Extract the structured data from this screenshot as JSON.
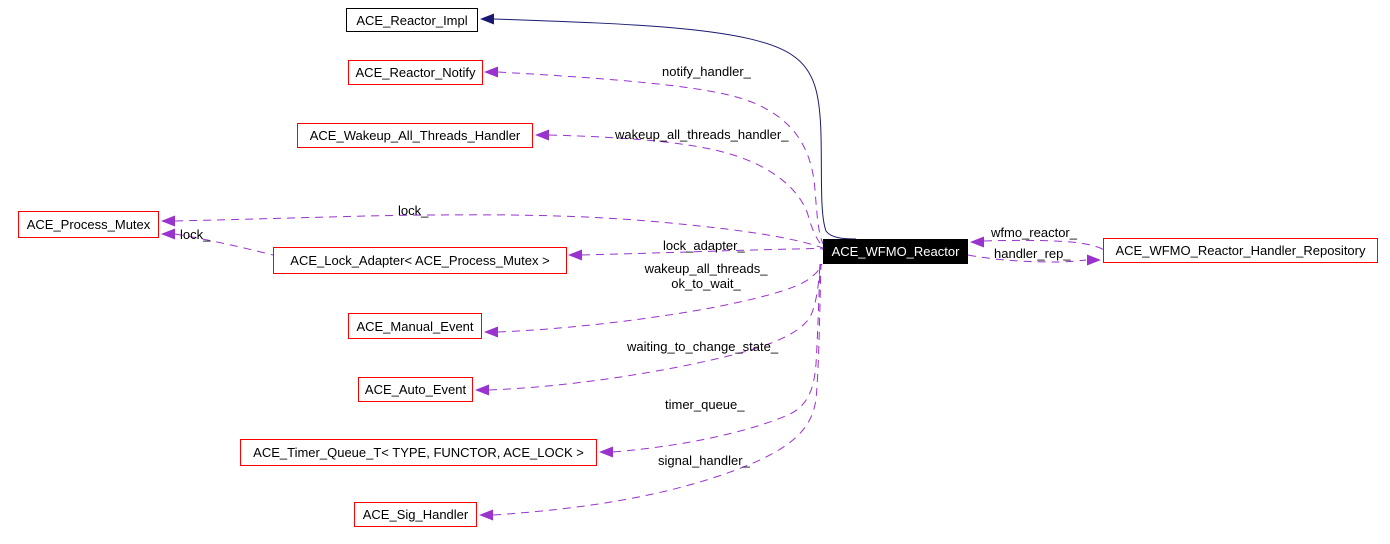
{
  "diagram": {
    "type": "collaboration-graph",
    "main_class": "ACE_WFMO_Reactor",
    "colors": {
      "background": "#ffffff",
      "usage_edge": "#9a32cd",
      "inheritance_edge": "#191970",
      "node_border": "#ff0000",
      "base_node_border": "#000000",
      "main_node_bg": "#000000",
      "main_node_text": "#ffffff",
      "label_text": "#000000"
    },
    "nodes": [
      {
        "label": "ACE_Reactor_Impl"
      },
      {
        "label": "ACE_Reactor_Notify"
      },
      {
        "label": "ACE_Wakeup_All_Threads_Handler"
      },
      {
        "label": "ACE_Process_Mutex"
      },
      {
        "label": "ACE_Lock_Adapter< ACE_Process_Mutex >"
      },
      {
        "label": "ACE_WFMO_Reactor"
      },
      {
        "label": "ACE_WFMO_Reactor_Handler_Repository"
      },
      {
        "label": "ACE_Manual_Event"
      },
      {
        "label": "ACE_Auto_Event"
      },
      {
        "label": "ACE_Timer_Queue_T< TYPE, FUNCTOR, ACE_LOCK >"
      },
      {
        "label": "ACE_Sig_Handler"
      }
    ],
    "edge_labels": {
      "notify_handler": "notify_handler_",
      "wakeup_all_threads_handler": "wakeup_all_threads_handler_",
      "lock_top": "lock_",
      "lock_from_adapter": "lock_",
      "lock_adapter": "lock_adapter_",
      "manual_event_line1": "wakeup_all_threads_",
      "manual_event_line2": "ok_to_wait_",
      "waiting_to_change_state": "waiting_to_change_state_",
      "timer_queue": "timer_queue_",
      "signal_handler": "signal_handler_",
      "wfmo_reactor": "wfmo_reactor_",
      "handler_rep": "handler_rep_"
    }
  }
}
